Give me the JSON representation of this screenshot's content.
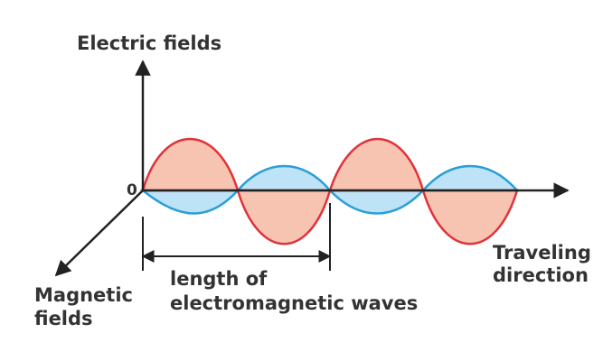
{
  "labels": {
    "electric_axis": "Electric fields",
    "origin": "0",
    "magnetic_axis_line1": "Magnetic",
    "magnetic_axis_line2": "fields",
    "travel_line1": "Traveling",
    "travel_line2": "direction",
    "wavelength_line1": "length of",
    "wavelength_line2": "electromagnetic waves"
  },
  "colors": {
    "electric_fill": "#f6c4b1",
    "electric_stroke": "#e0333b",
    "magnetic_fill": "#bfe3f6",
    "magnetic_stroke": "#2a9fd6",
    "axis": "#222222"
  }
}
